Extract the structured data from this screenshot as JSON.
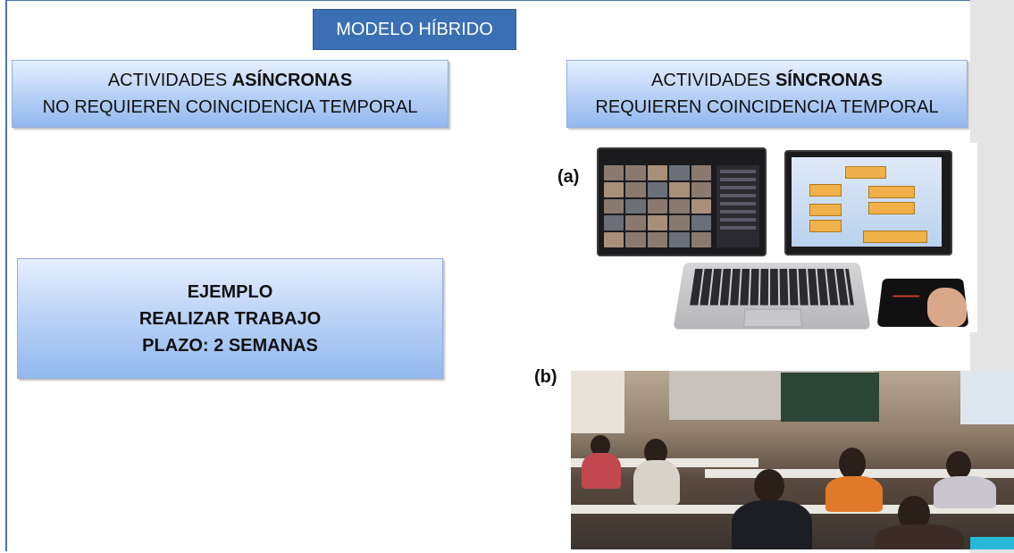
{
  "title": "MODELO HÍBRIDO",
  "async_box": {
    "line1_prefix": "ACTIVIDADES ",
    "line1_bold": "ASÍNCRONAS",
    "line2": "NO REQUIEREN COINCIDENCIA TEMPORAL"
  },
  "sync_box": {
    "line1_prefix": "ACTIVIDADES ",
    "line1_bold": "SÍNCRONAS",
    "line2": "REQUIEREN COINCIDENCIA TEMPORAL"
  },
  "example_box": {
    "line1": "EJEMPLO",
    "line2": "REALIZAR TRABAJO",
    "line3": "PLAZO: 2 SEMANAS"
  },
  "panels": {
    "a_label": "(a)",
    "b_label": "(b)"
  },
  "colors": {
    "title_bg": "#3a6fb3",
    "box_gradient_top": "#e6efff",
    "box_gradient_bottom": "#93b8ee"
  }
}
